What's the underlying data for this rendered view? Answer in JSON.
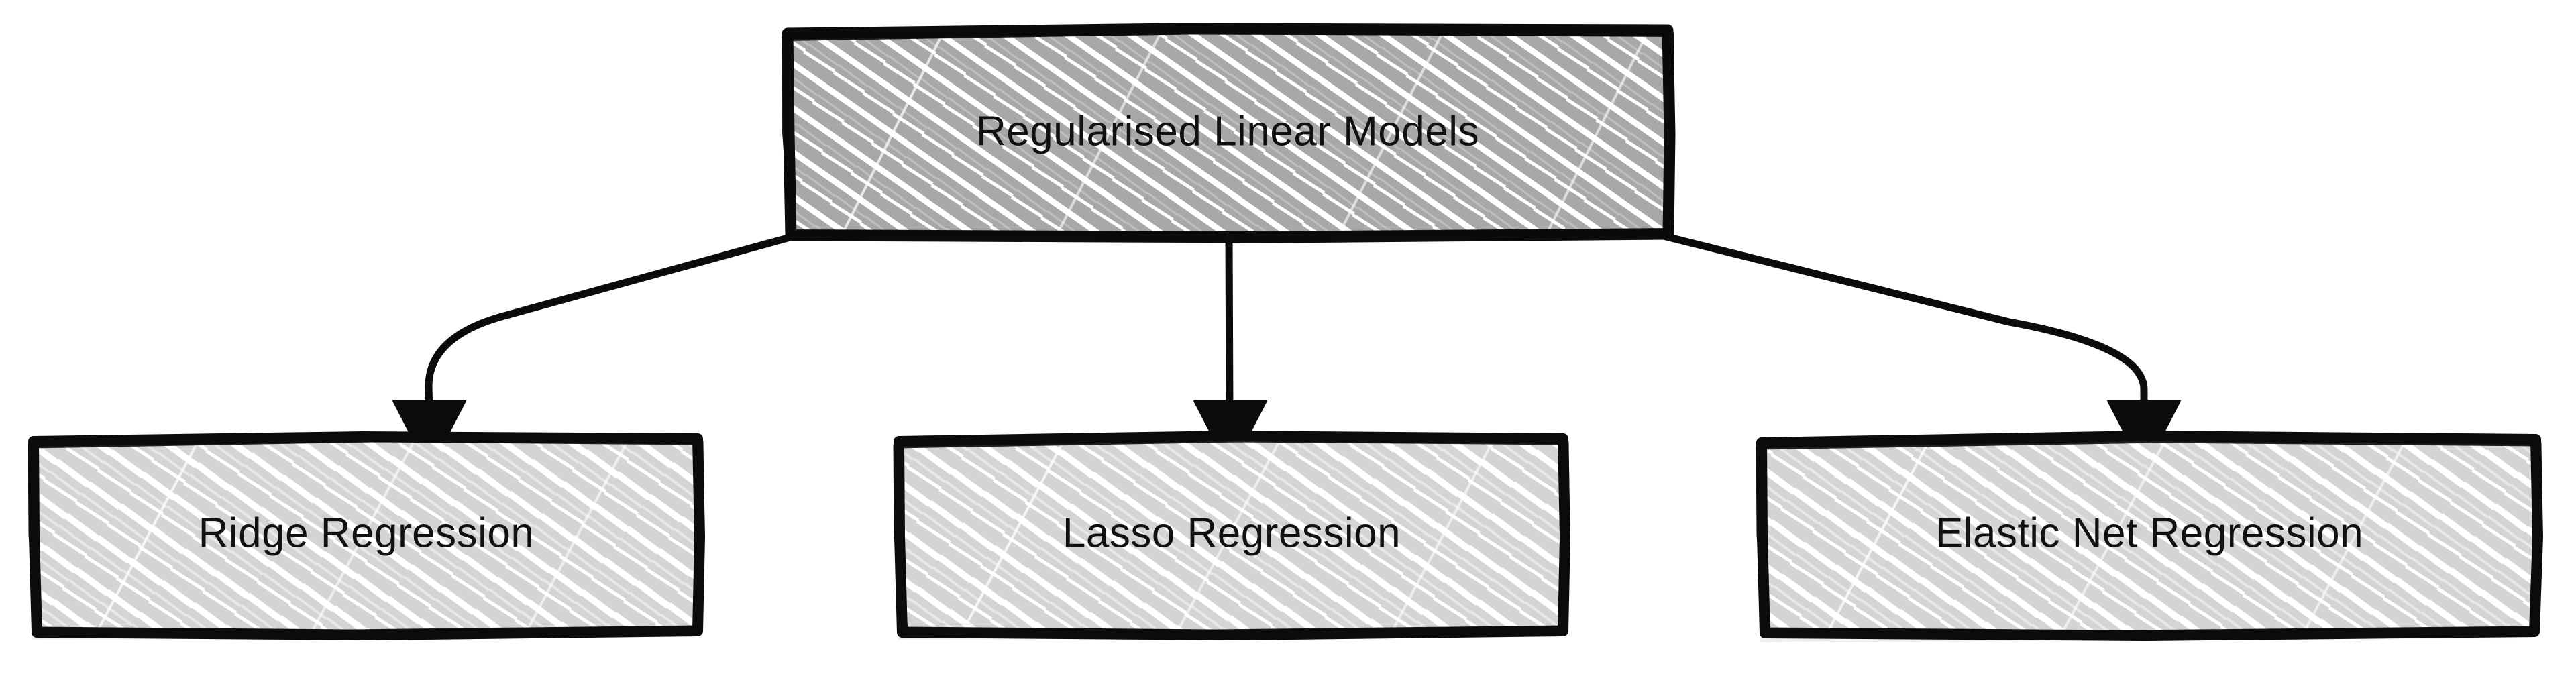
{
  "diagram": {
    "type": "flowchart",
    "direction": "top-down",
    "style": "hand-drawn-sketch",
    "background_color": "#FFFFFF",
    "stroke_color": "#0B0B0B",
    "root": {
      "id": "regularised-linear-models",
      "label": "Regularised Linear Models",
      "fill_color": "#A8A8A8",
      "hatch_color": "#FFFFFF",
      "text_color": "#111111"
    },
    "children": [
      {
        "id": "ridge-regression",
        "label": "Ridge Regression",
        "fill_color": "#D4D4D4",
        "hatch_color": "#FFFFFF",
        "text_color": "#111111",
        "edge_from": "regularised-linear-models",
        "edge_style": "curved-elbow-arrow"
      },
      {
        "id": "lasso-regression",
        "label": "Lasso Regression",
        "fill_color": "#D4D4D4",
        "hatch_color": "#FFFFFF",
        "text_color": "#111111",
        "edge_from": "regularised-linear-models",
        "edge_style": "straight-vertical-arrow"
      },
      {
        "id": "elastic-net-regression",
        "label": "Elastic Net Regression",
        "fill_color": "#D4D4D4",
        "hatch_color": "#FFFFFF",
        "text_color": "#111111",
        "edge_from": "regularised-linear-models",
        "edge_style": "curved-elbow-arrow"
      }
    ]
  }
}
